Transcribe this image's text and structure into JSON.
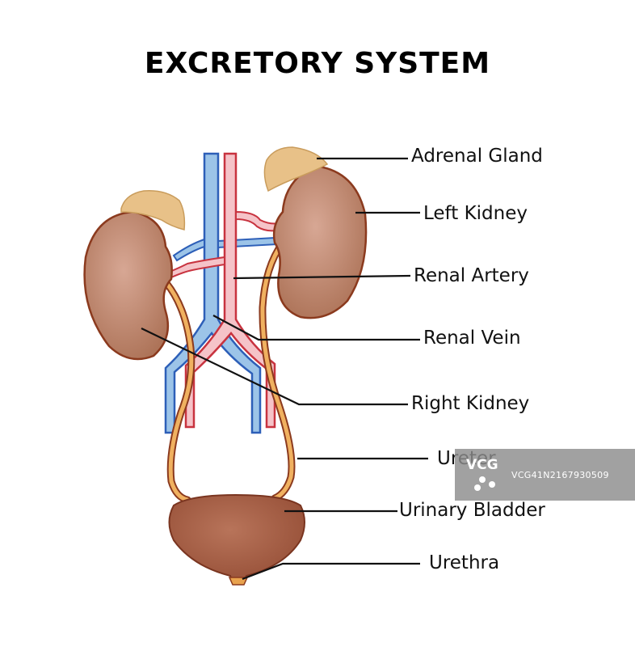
{
  "title": "EXCRETORY SYSTEM",
  "labels": {
    "adrenal_gland": "Adrenal Gland",
    "left_kidney": "Left Kidney",
    "renal_artery": "Renal Artery",
    "renal_vein": "Renal Vein",
    "right_kidney": "Right Kidney",
    "ureter": "Ureter",
    "urinary_bladder": "Urinary Bladder",
    "urethra": "Urethra"
  },
  "watermark": {
    "logo": "VCG",
    "id": "VCG41N2167930509"
  },
  "colors": {
    "kidney": "#b5806a",
    "kidney_outline": "#8b3a1e",
    "adrenal": "#e8c188",
    "vein": "#9cc4e8",
    "vein_outline": "#2d5fb8",
    "artery": "#f2b8c0",
    "artery_outline": "#c8333f",
    "ureter": "#e8a24e",
    "bladder": "#a85f45"
  }
}
